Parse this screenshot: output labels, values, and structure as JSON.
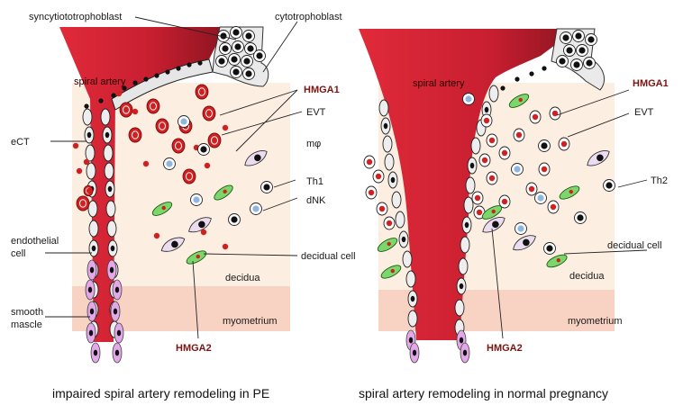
{
  "colors": {
    "artery": "#cf2535",
    "artery_dark": "#8c1420",
    "decidua": "#fdeee2",
    "myometrium": "#f8d3c3",
    "endothelial": "#eeeeee",
    "smooth_muscle": "#e2a8e8",
    "evt_nucleus": "#d31f1f",
    "th1": "#8fb6de",
    "nk": "#7bd76c",
    "macrophage": "#ecdcf0",
    "hmga_text": "#7a1410"
  },
  "labels": {
    "syncytiotrophoblast": "syncytiototrophoblast",
    "cytotrophoblast": "cytotrophoblast",
    "spiral_artery": "spiral artery",
    "hmga1": "HMGA1",
    "hmga2": "HMGA2",
    "evt": "EVT",
    "ect": "eCT",
    "mphi": "mφ",
    "th1": "Th1",
    "th2": "Th2",
    "dnk": "dNK",
    "endothelial": [
      "endothelial",
      "cell"
    ],
    "smooth_muscle": [
      "smooth",
      "mascle"
    ],
    "decidual_cell": "decidual cell",
    "decidua": "decidua",
    "myometrium": "myometrium"
  },
  "captions": {
    "left": "impaired spiral artery remodeling in PE",
    "right": "spiral artery remodeling in normal pregnancy"
  }
}
